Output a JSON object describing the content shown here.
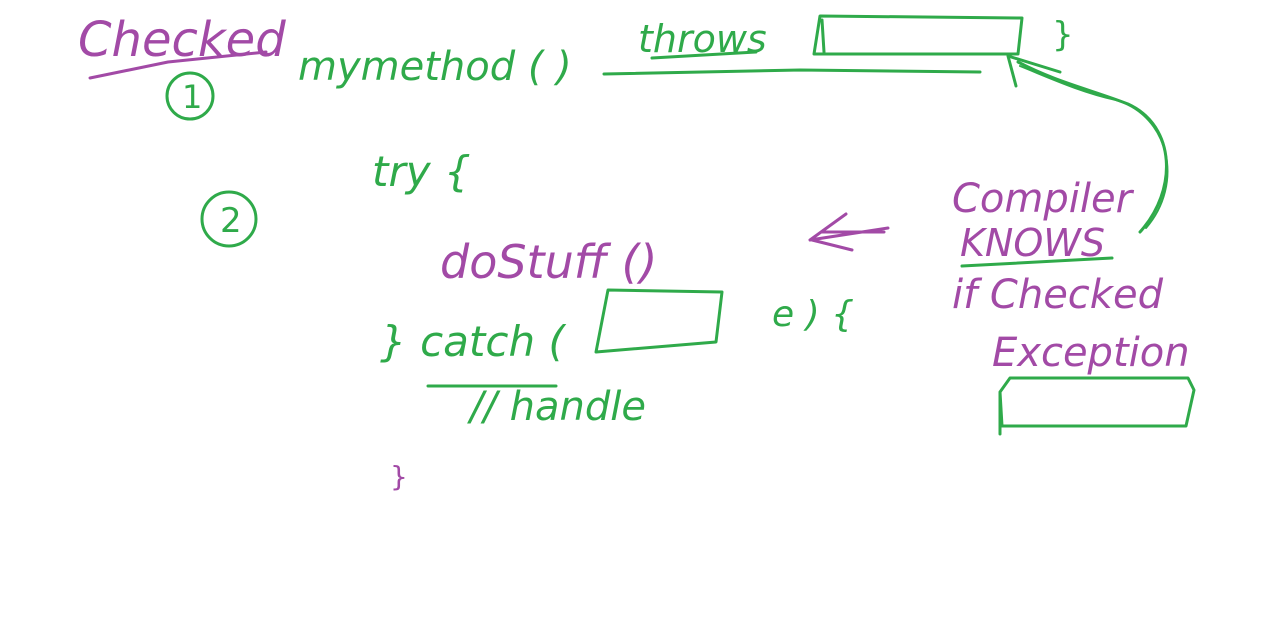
{
  "ink": {
    "purple": "#a24aa6",
    "green": "#2faa4a"
  },
  "notes": {
    "checked": "Checked",
    "method_name": "mymethod ( )",
    "throws_kw": "throws",
    "close_brace": "}",
    "step1": "1",
    "step2": "2",
    "try_block": "try {",
    "call": "doStuff ()",
    "catch": "} catch (",
    "catch_args": "e ) {",
    "handle": "// handle",
    "end_brace": "}",
    "compiler": "Compiler",
    "knows": "KNOWS",
    "if_checked": "if Checked",
    "exception": "Exception"
  }
}
